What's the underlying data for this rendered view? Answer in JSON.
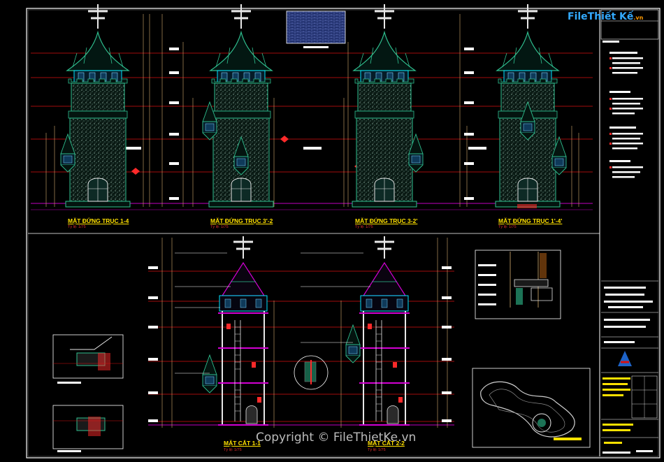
{
  "brand": {
    "file": "File",
    "thiet": "Thiết Kế",
    ".vn": ".vn"
  },
  "watermark": "Copyright © FileThietKe.vn",
  "views": [
    {
      "title": "MẶT ĐỨNG TRỤC 1-4",
      "scale": "Tỷ lệ: 1/75"
    },
    {
      "title": "MẶT ĐỨNG TRỤC 3'-2",
      "scale": "Tỷ lệ: 1/75"
    },
    {
      "title": "MẶT ĐỨNG TRỤC 3-2'",
      "scale": "Tỷ lệ: 1/75"
    },
    {
      "title": "MẶT ĐỨNG TRỤC 1'-4'",
      "scale": "Tỷ lệ: 1/75"
    },
    {
      "title": "MẶT CẮT 1-1",
      "scale": "Tỷ lệ: 1/75"
    },
    {
      "title": "MẶT CẮT 2-2",
      "scale": "Tỷ lệ: 1/75"
    }
  ],
  "colors": {
    "frame": "#ffffff",
    "cyan": "#00e5ff",
    "green": "#2fbf8f",
    "red": "#ff2a2a",
    "magenta": "#d400d4",
    "yellow": "#ffe100"
  }
}
